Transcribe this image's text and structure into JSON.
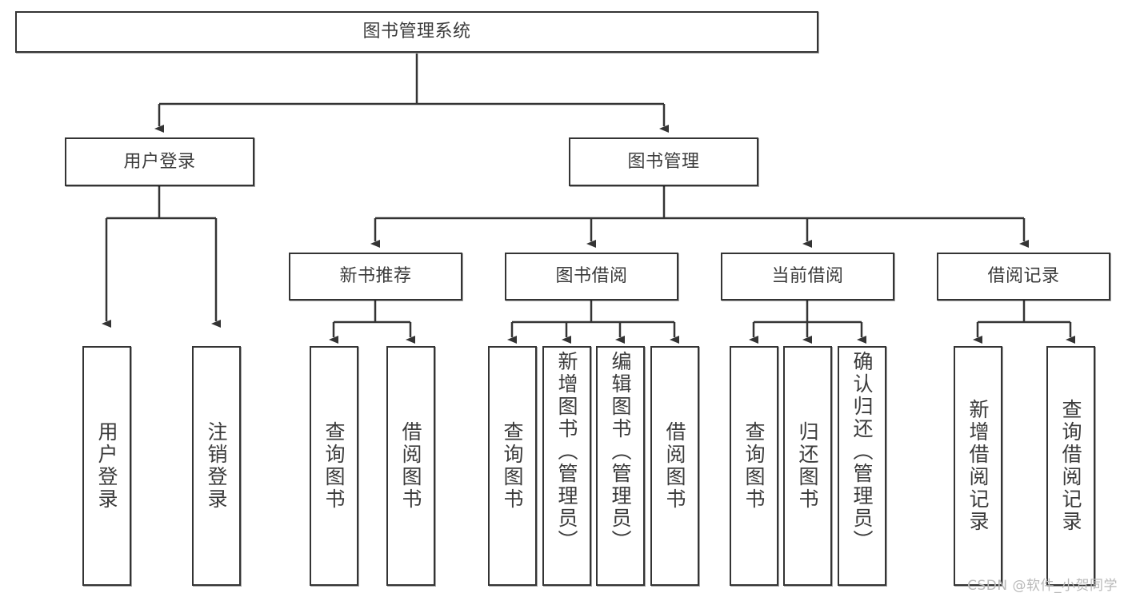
{
  "diagram": {
    "title": "图书管理系统",
    "watermark": "CSDN @软件_小贺同学",
    "colors": {
      "box_border": "#343434",
      "text": "#3b3b3b",
      "background": "#ffffff",
      "watermark": "#b9b9b9"
    },
    "root": {
      "label": "图书管理系统"
    },
    "level2": [
      {
        "label": "用户登录"
      },
      {
        "label": "图书管理"
      }
    ],
    "level3": [
      {
        "label": "新书推荐"
      },
      {
        "label": "图书借阅"
      },
      {
        "label": "当前借阅"
      },
      {
        "label": "借阅记录"
      }
    ],
    "leaves": {
      "user_login": [
        {
          "label": "用户登录"
        },
        {
          "label": "注销登录"
        }
      ],
      "new_book_recommend": [
        {
          "label": "查询图书"
        },
        {
          "label": "借阅图书"
        }
      ],
      "book_borrow": [
        {
          "label": "查询图书"
        },
        {
          "label": "新增图书（管理员）"
        },
        {
          "label": "编辑图书（管理员）"
        },
        {
          "label": "借阅图书"
        }
      ],
      "current_borrow": [
        {
          "label": "查询图书"
        },
        {
          "label": "归还图书"
        },
        {
          "label": "确认归还（管理员）"
        }
      ],
      "borrow_record": [
        {
          "label": "新增借阅记录"
        },
        {
          "label": "查询借阅记录"
        }
      ]
    }
  }
}
